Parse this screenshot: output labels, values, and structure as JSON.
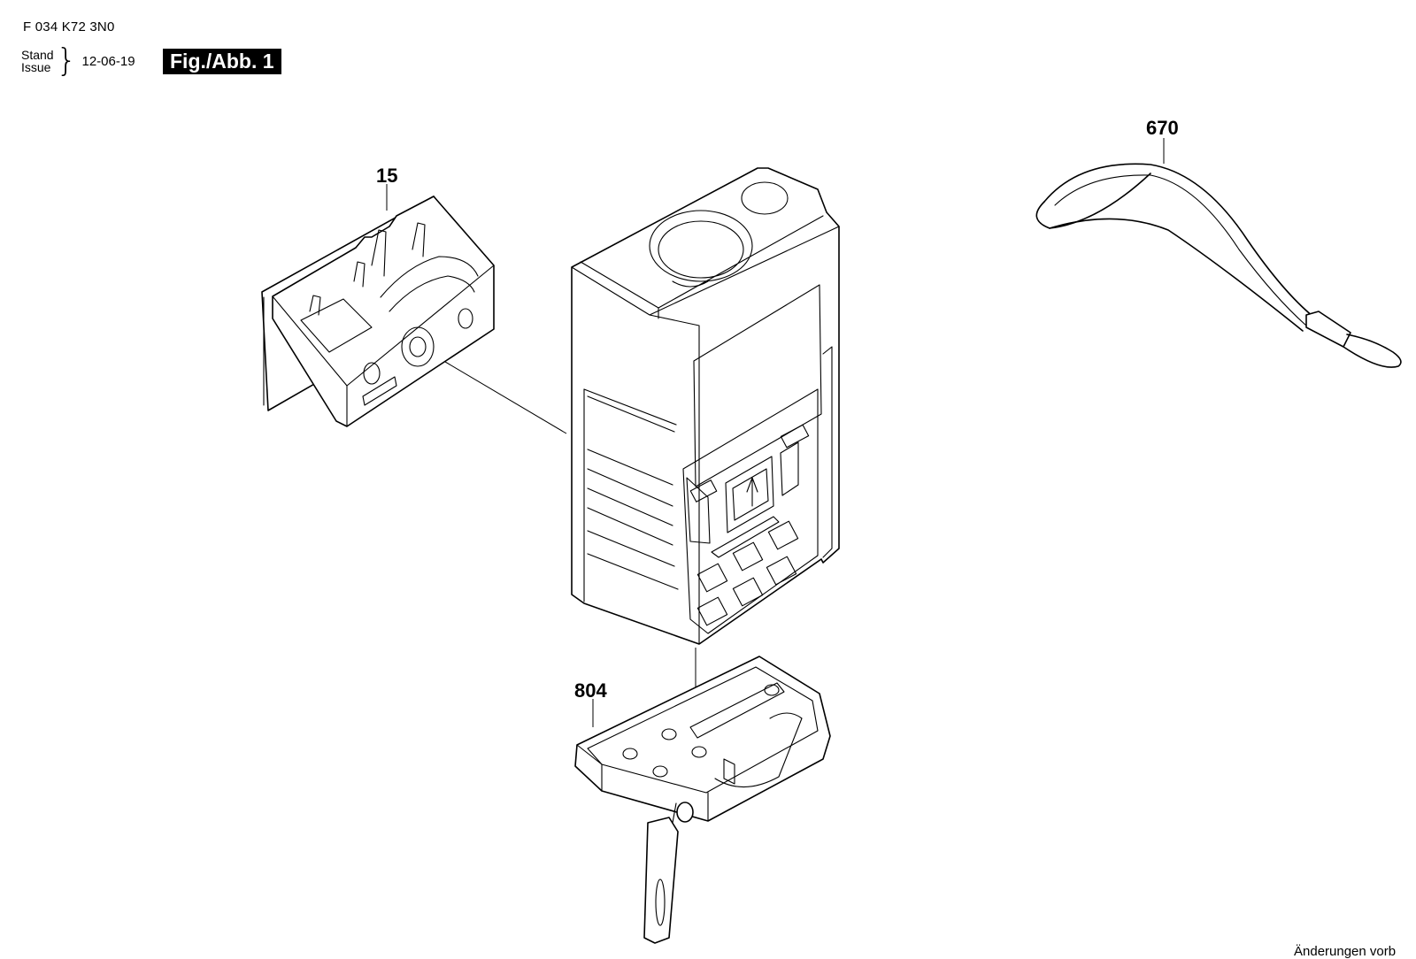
{
  "header": {
    "doc_number": "F 034 K72 3N0",
    "stand_label": "Stand",
    "issue_label": "Issue",
    "date": "12-06-19",
    "figure_label": "Fig./Abb. 1"
  },
  "parts": [
    {
      "number": "15"
    },
    {
      "number": "670"
    },
    {
      "number": "804"
    }
  ],
  "footer": {
    "note": "Änderungen vorb"
  }
}
